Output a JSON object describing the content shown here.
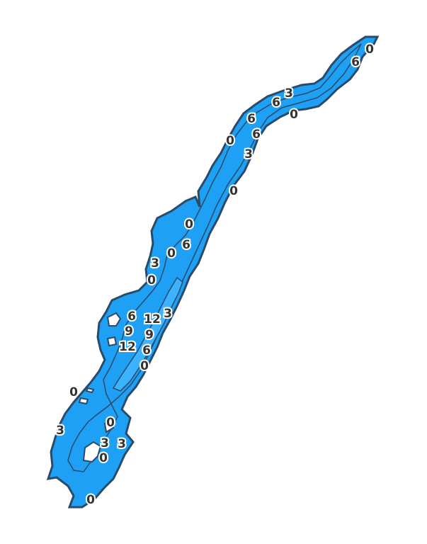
{
  "map": {
    "colors": {
      "water": "#1ea0f5",
      "deep_water": "#3bb3ff",
      "contour": "#2a4a6a",
      "island": "#ffffff",
      "label_text": "#333333",
      "label_halo": "#ffffff"
    },
    "depth_labels": [
      {
        "text": "0"
      },
      {
        "text": "6"
      },
      {
        "text": "3"
      },
      {
        "text": "6"
      },
      {
        "text": "0"
      },
      {
        "text": "6"
      },
      {
        "text": "6"
      },
      {
        "text": "0"
      },
      {
        "text": "3"
      },
      {
        "text": "0"
      },
      {
        "text": "0"
      },
      {
        "text": "6"
      },
      {
        "text": "0"
      },
      {
        "text": "3"
      },
      {
        "text": "0"
      },
      {
        "text": "3"
      },
      {
        "text": "6"
      },
      {
        "text": "12"
      },
      {
        "text": "9"
      },
      {
        "text": "9"
      },
      {
        "text": "12"
      },
      {
        "text": "6"
      },
      {
        "text": "0"
      },
      {
        "text": "0"
      },
      {
        "text": "3"
      },
      {
        "text": "0"
      },
      {
        "text": "3"
      },
      {
        "text": "3"
      },
      {
        "text": "0"
      },
      {
        "text": "0"
      }
    ]
  }
}
